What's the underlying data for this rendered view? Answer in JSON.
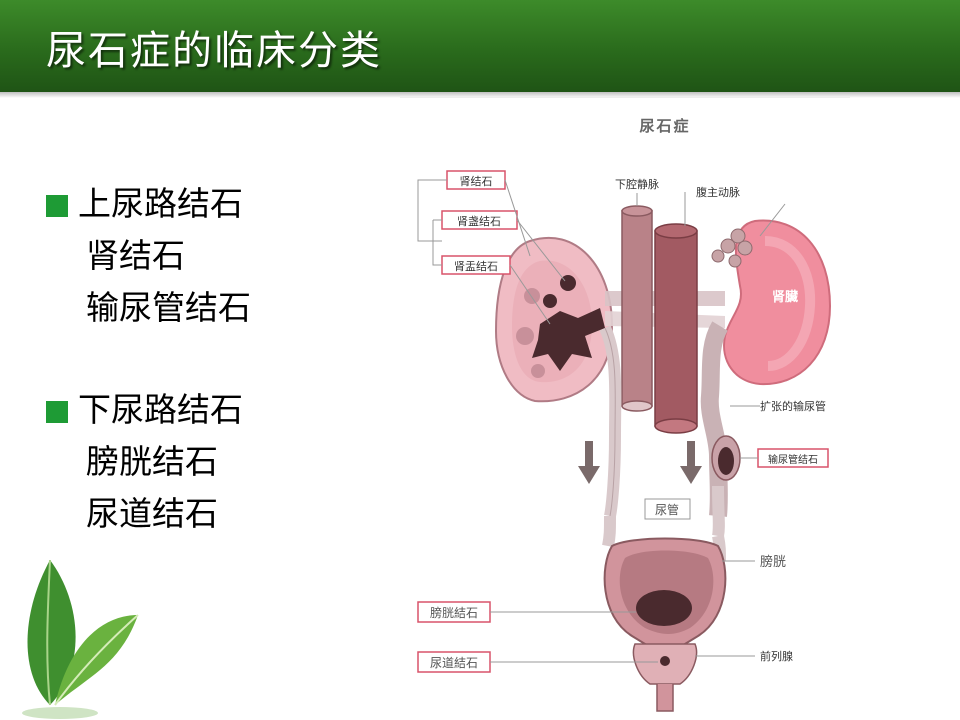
{
  "slide": {
    "title": "尿石症的临床分类",
    "bullets": [
      {
        "label": "上尿路结石",
        "items": [
          "肾结石",
          "输尿管结石"
        ]
      },
      {
        "label": "下尿路结石",
        "items": [
          "膀胱结石",
          "尿道结石"
        ]
      }
    ]
  },
  "figure": {
    "title": "尿石症",
    "labels": {
      "renal_stone": "肾结石",
      "calyx_stone": "肾盏结石",
      "pelvis_stone": "肾盂结石",
      "ivc": "下腔静脉",
      "aorta": "腹主动脉",
      "kidney": "肾臟",
      "dilated_ureter": "扩张的输尿管",
      "ureteral_stone": "输尿管结石",
      "ureter": "尿管",
      "bladder": "膀胱",
      "bladder_stone": "膀胱結石",
      "prostate": "前列腺",
      "urethral_stone": "尿道結石"
    }
  },
  "colors": {
    "header_green": "#2a6b1c",
    "bullet_square": "#1e9b35",
    "label_border": "#d9536a"
  }
}
